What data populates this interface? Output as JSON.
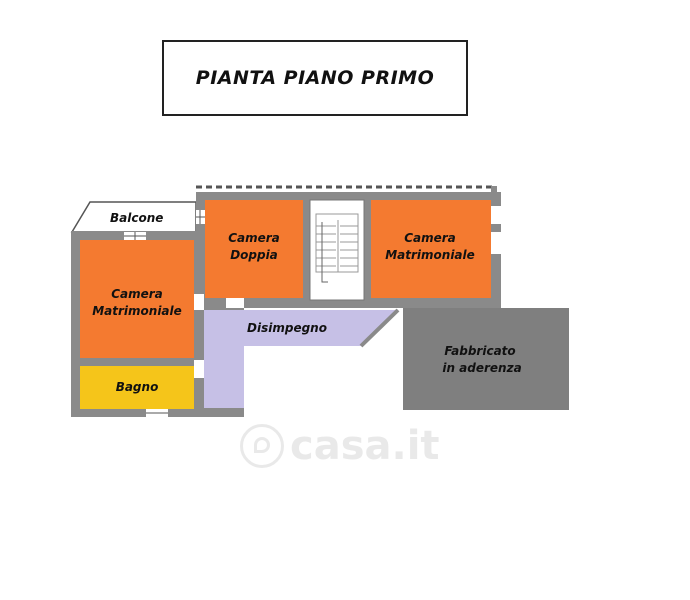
{
  "title": "PIANTA PIANO PRIMO",
  "rooms": {
    "balcone": "Balcone",
    "camera_matrimoniale_sx": [
      "Camera",
      "Matrimoniale"
    ],
    "camera_doppia": [
      "Camera",
      "Doppia"
    ],
    "camera_matrimoniale_dx": [
      "Camera",
      "Matrimoniale"
    ],
    "disimpegno": "Disimpegno",
    "bagno": "Bagno",
    "fabbricato": [
      "Fabbricato",
      "in aderenza"
    ]
  },
  "watermark": "casa.it",
  "colors": {
    "bedroom": "#f47a30",
    "bathroom": "#f5c51a",
    "hallway": "#c6c0e6",
    "wall": "#8a8a8a",
    "adjacent_building": "#7f7f7f",
    "balcony": "#ffffff",
    "stairs": "#ffffff"
  }
}
